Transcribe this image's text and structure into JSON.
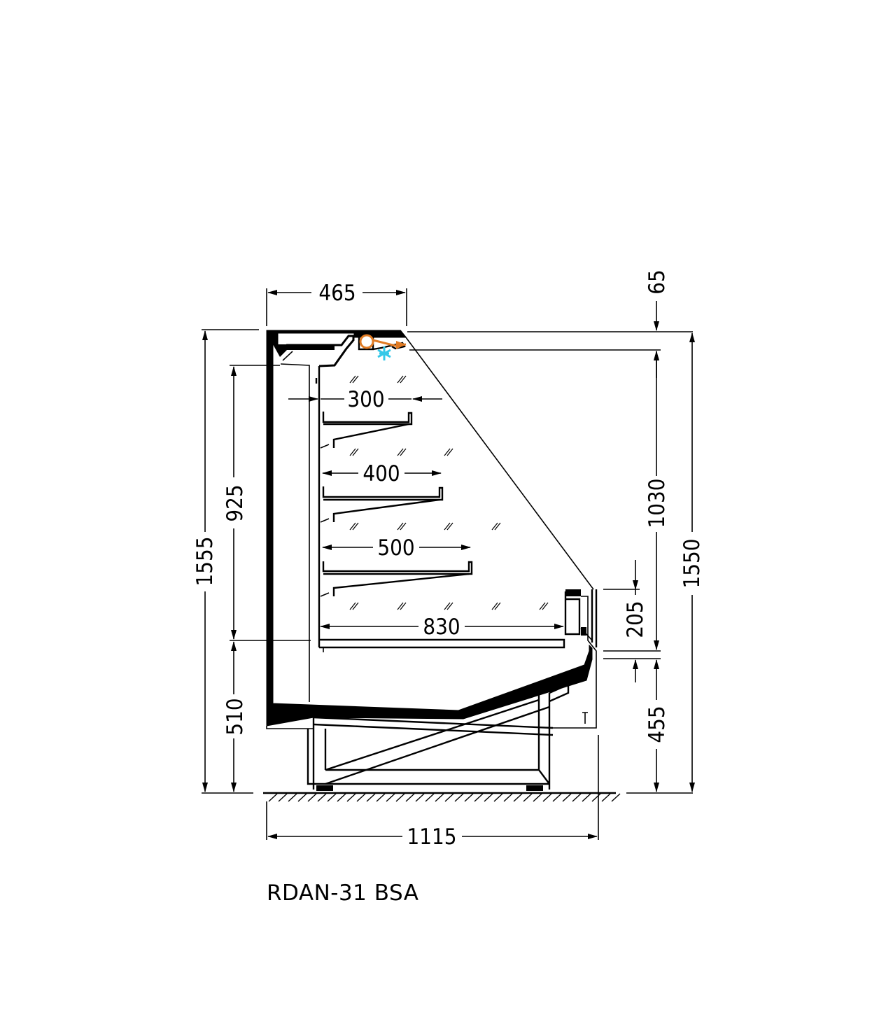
{
  "model": "RDAN-31 BSA",
  "colors": {
    "line": "#000000",
    "fan": "#e07b24",
    "evaporator": "#35c8e8"
  },
  "dimensions": {
    "top_width": "465",
    "top_offset": "65",
    "total_height_left": "1555",
    "inner_height": "925",
    "base_height_left": "510",
    "shelf_1_depth": "300",
    "shelf_2_depth": "400",
    "shelf_3_depth": "500",
    "bottom_depth": "830",
    "front_opening_height": "1030",
    "front_glass_height": "205",
    "front_base_height": "455",
    "total_height_right": "1550",
    "total_depth": "1115"
  }
}
